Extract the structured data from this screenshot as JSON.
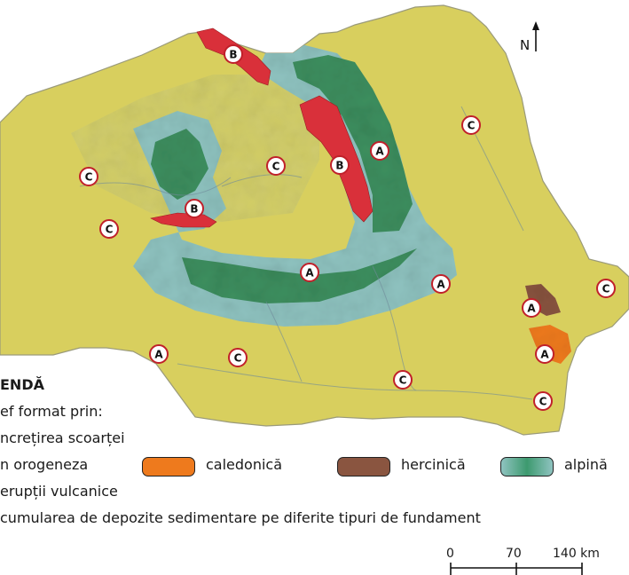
{
  "map": {
    "north_label": "N",
    "markers": [
      {
        "letter": "B",
        "category": "eruptii-vulcanice"
      },
      {
        "letter": "B",
        "category": "eruptii-vulcanice"
      },
      {
        "letter": "B",
        "category": "eruptii-vulcanice"
      },
      {
        "letter": "A",
        "category": "orogeneza"
      },
      {
        "letter": "A",
        "category": "orogeneza"
      },
      {
        "letter": "A",
        "category": "orogeneza"
      },
      {
        "letter": "A",
        "category": "orogeneza"
      },
      {
        "letter": "A",
        "category": "orogeneza"
      },
      {
        "letter": "A",
        "category": "orogeneza"
      },
      {
        "letter": "C",
        "category": "depozite-sedimentare"
      },
      {
        "letter": "C",
        "category": "depozite-sedimentare"
      },
      {
        "letter": "C",
        "category": "depozite-sedimentare"
      },
      {
        "letter": "C",
        "category": "depozite-sedimentare"
      },
      {
        "letter": "C",
        "category": "depozite-sedimentare"
      },
      {
        "letter": "C",
        "category": "depozite-sedimentare"
      },
      {
        "letter": "C",
        "category": "depozite-sedimentare"
      },
      {
        "letter": "C",
        "category": "depozite-sedimentare"
      }
    ]
  },
  "legend": {
    "title": "ENDĂ",
    "relief_label": "ef format prin:",
    "increti": "ncrețirea scoarței",
    "orogeneza": "n orogeneza",
    "eruptii": "erupții vulcanice",
    "acumulare": "cumularea de depozite sedimentare pe diferite tipuri de fundament",
    "orogenies": [
      {
        "label": "caledonică",
        "color": "#ee7a1d"
      },
      {
        "label": "hercinică",
        "color": "#8a5540"
      },
      {
        "label": "alpină",
        "color": "#3d9a6f"
      }
    ]
  },
  "scale": {
    "ticks": [
      "0",
      "70",
      "140 km"
    ]
  },
  "colors": {
    "plains": "#d8cf5e",
    "hills": "#d2c85a",
    "volcanic": "#d9303a",
    "alpine": "#3d8f5f",
    "alpine_light": "#8fc3c0",
    "caledonian": "#ee7a1d",
    "hercynian": "#8a5540",
    "marker_outline": "#c0202a"
  }
}
